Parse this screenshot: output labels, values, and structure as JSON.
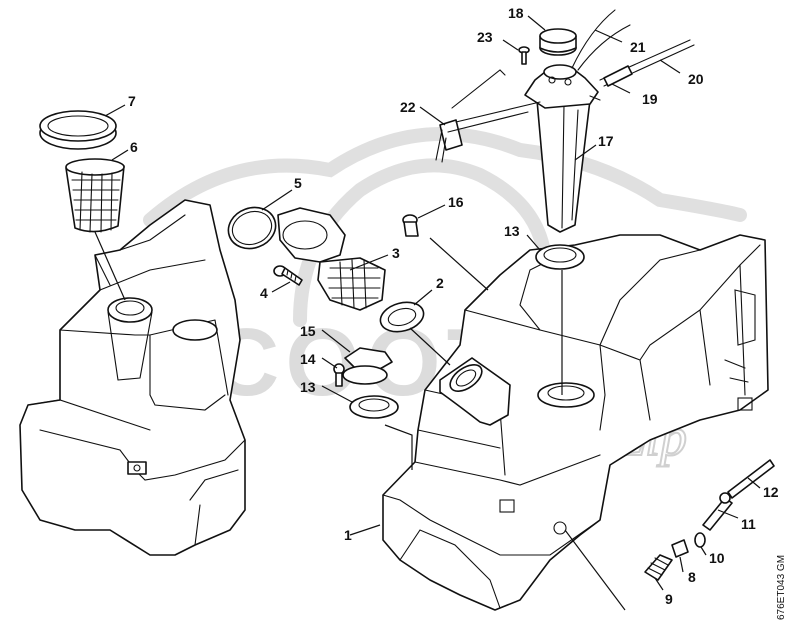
{
  "watermark": {
    "text": "SCOOTER",
    "signature": "Zip"
  },
  "drawing_code": "676ET043 GM",
  "callouts": [
    {
      "label": "1"
    },
    {
      "label": "2"
    },
    {
      "label": "3"
    },
    {
      "label": "4"
    },
    {
      "label": "5"
    },
    {
      "label": "6"
    },
    {
      "label": "7"
    },
    {
      "label": "8"
    },
    {
      "label": "9"
    },
    {
      "label": "10"
    },
    {
      "label": "11"
    },
    {
      "label": "12"
    },
    {
      "label": "13"
    },
    {
      "label": "13"
    },
    {
      "label": "14"
    },
    {
      "label": "15"
    },
    {
      "label": "16"
    },
    {
      "label": "17"
    },
    {
      "label": "18"
    },
    {
      "label": "19"
    },
    {
      "label": "20"
    },
    {
      "label": "21"
    },
    {
      "label": "22"
    },
    {
      "label": "23"
    }
  ]
}
